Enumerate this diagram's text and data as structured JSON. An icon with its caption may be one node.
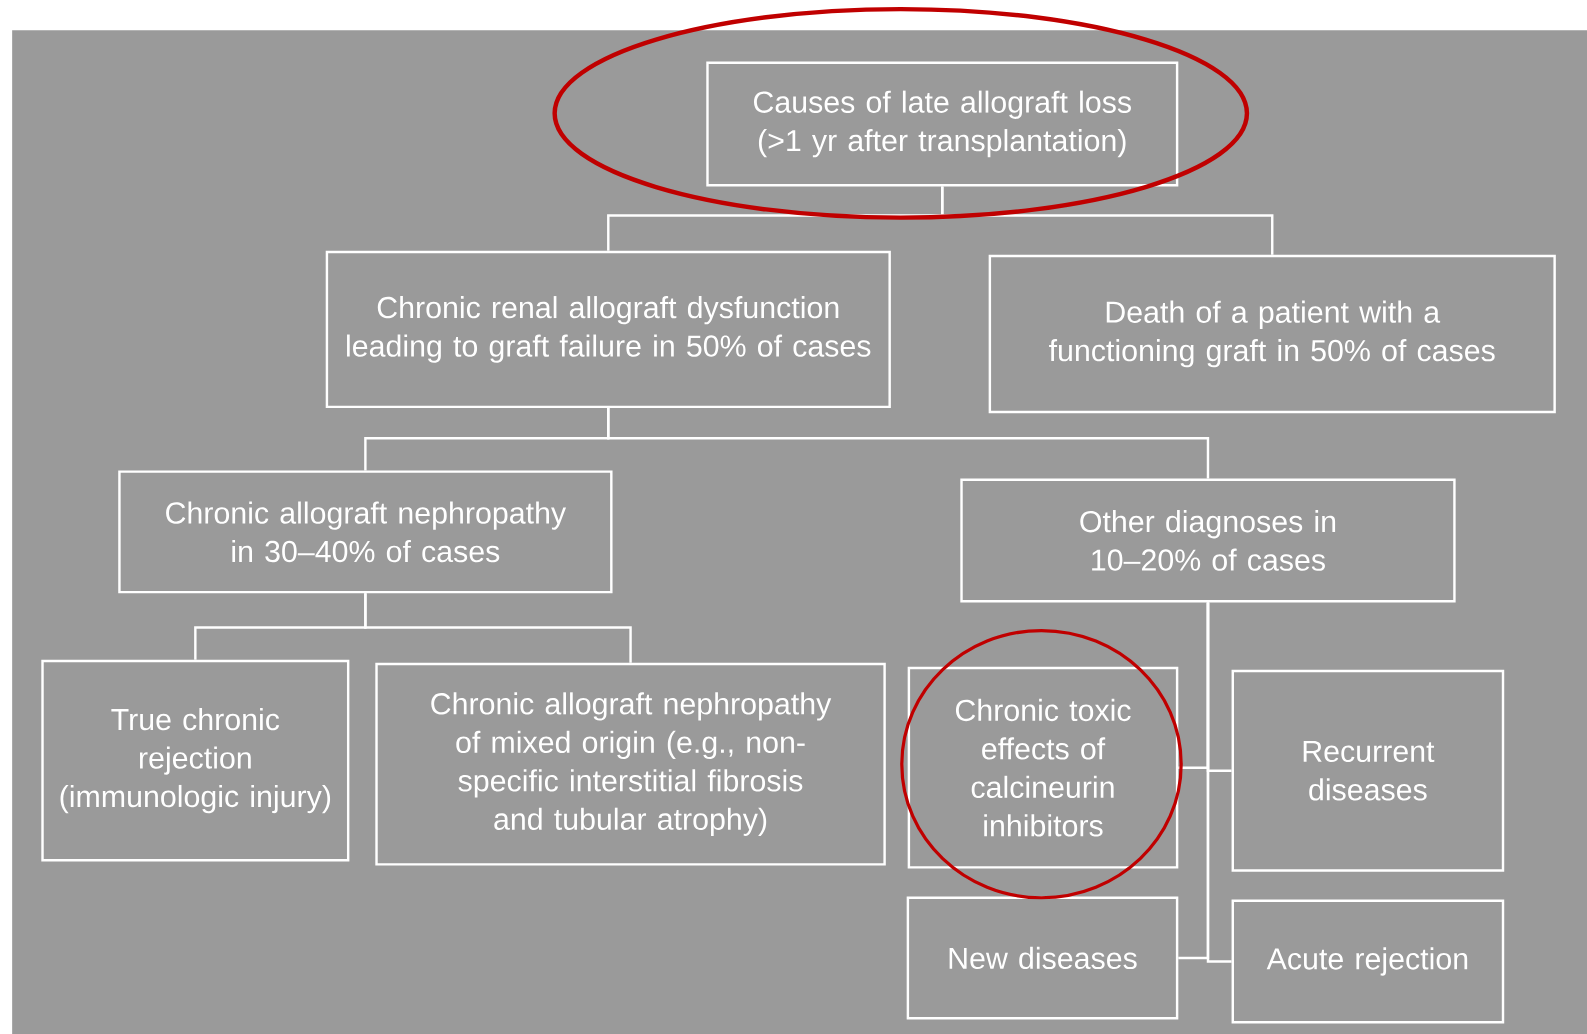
{
  "diagram": {
    "nodes": [
      {
        "text": [
          "Causes of late allograft loss (>1 yr after transplantation)"
        ]
      },
      {
        "text": [
          "Chronic renal allograft dysfunction leading to graft failure in 50% of cases"
        ]
      },
      {
        "text": [
          "Death of a patient with a functioning graft in 50% of cases"
        ]
      },
      {
        "text": [
          "Chronic allograft nephropathy in 30–40% of cases"
        ]
      },
      {
        "text": [
          "Other diagnoses in 10–20% of cases"
        ]
      },
      {
        "text": [
          "True chronic rejection (immunologic injury)"
        ]
      },
      {
        "text": [
          "Chronic allograft nephropathy of mixed origin (e.g., non-specific interstitial fibrosis and tubular atrophy)"
        ]
      },
      {
        "text": [
          "Chronic toxic effects of calcineurin inhibitors"
        ]
      },
      {
        "text": [
          "Recurrent diseases"
        ]
      },
      {
        "text": [
          "New diseases"
        ]
      },
      {
        "text": [
          "Acute rejection"
        ]
      }
    ],
    "edges": [
      {
        "from": 0,
        "to": 1,
        "arrow": "none"
      },
      {
        "from": 0,
        "to": 2,
        "arrow": "none"
      },
      {
        "from": 1,
        "to": 3,
        "arrow": "none"
      },
      {
        "from": 1,
        "to": 4,
        "arrow": "none"
      },
      {
        "from": 3,
        "to": 5,
        "arrow": "none"
      },
      {
        "from": 3,
        "to": 6,
        "arrow": "none"
      },
      {
        "from": 4,
        "to": 7,
        "arrow": "none"
      },
      {
        "from": 4,
        "to": 8,
        "arrow": "none"
      },
      {
        "from": 4,
        "to": 9,
        "arrow": "none"
      },
      {
        "from": 4,
        "to": 10,
        "arrow": "none"
      }
    ]
  }
}
